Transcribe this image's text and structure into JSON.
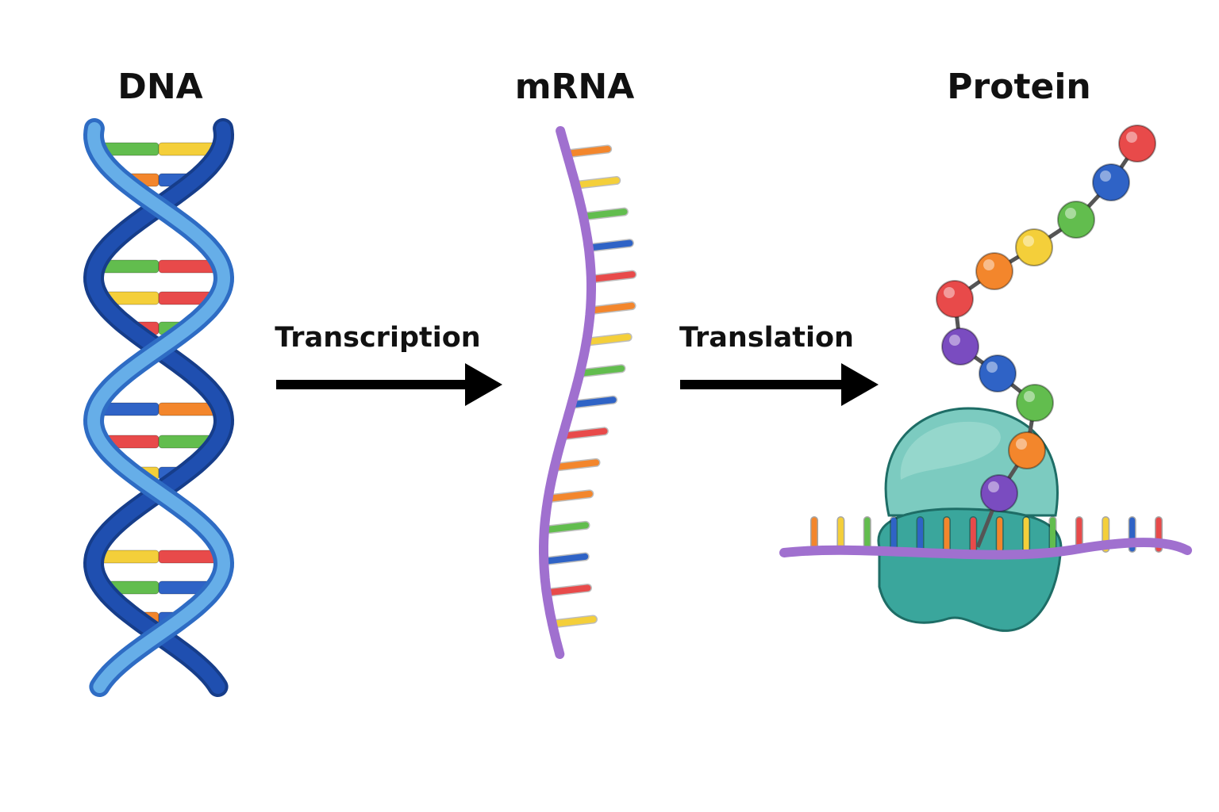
{
  "titles": {
    "dna": "DNA",
    "mrna": "mRNA",
    "protein": "Protein"
  },
  "steps": {
    "transcription": "Transcription",
    "translation": "Translation"
  },
  "colors": {
    "strand_dark": "#1f4fb0",
    "strand_light": "#66aee8",
    "mrna_backbone": "#a070cf",
    "ribosome": "#3aa69c",
    "ribosome_light": "#7ccbc0",
    "arrow": "#000000",
    "base_green": "#62bd4e",
    "base_yellow": "#f4cf3a",
    "base_orange": "#f3862c",
    "base_blue": "#2f63c6",
    "base_red": "#e84a4a",
    "bead_purple": "#7a4cc0"
  },
  "dna_pairs": [
    [
      "base_green",
      "base_yellow"
    ],
    [
      "base_orange",
      "base_blue"
    ],
    [
      "base_green",
      "base_red"
    ],
    [
      "base_yellow",
      "base_red"
    ],
    [
      "base_red",
      "base_green"
    ],
    [
      "base_blue",
      "base_orange"
    ],
    [
      "base_red",
      "base_green"
    ],
    [
      "base_yellow",
      "base_blue"
    ],
    [
      "base_yellow",
      "base_red"
    ],
    [
      "base_green",
      "base_blue"
    ],
    [
      "base_orange",
      "base_blue"
    ]
  ],
  "mrna_bases": [
    "base_orange",
    "base_yellow",
    "base_green",
    "base_blue",
    "base_red",
    "base_orange",
    "base_yellow",
    "base_green",
    "base_blue",
    "base_red",
    "base_orange",
    "base_orange",
    "base_green",
    "base_blue",
    "base_red",
    "base_yellow"
  ],
  "protein_beads": [
    "base_red",
    "base_blue",
    "base_green",
    "base_yellow",
    "base_orange",
    "base_red",
    "bead_purple",
    "base_blue",
    "base_green",
    "base_orange",
    "bead_purple"
  ],
  "ribosome_mrna_bases": [
    "base_orange",
    "base_yellow",
    "base_green",
    "base_blue",
    "base_blue",
    "base_orange",
    "base_red",
    "base_orange",
    "base_yellow",
    "base_green",
    "base_red",
    "base_yellow",
    "base_blue",
    "base_red"
  ]
}
